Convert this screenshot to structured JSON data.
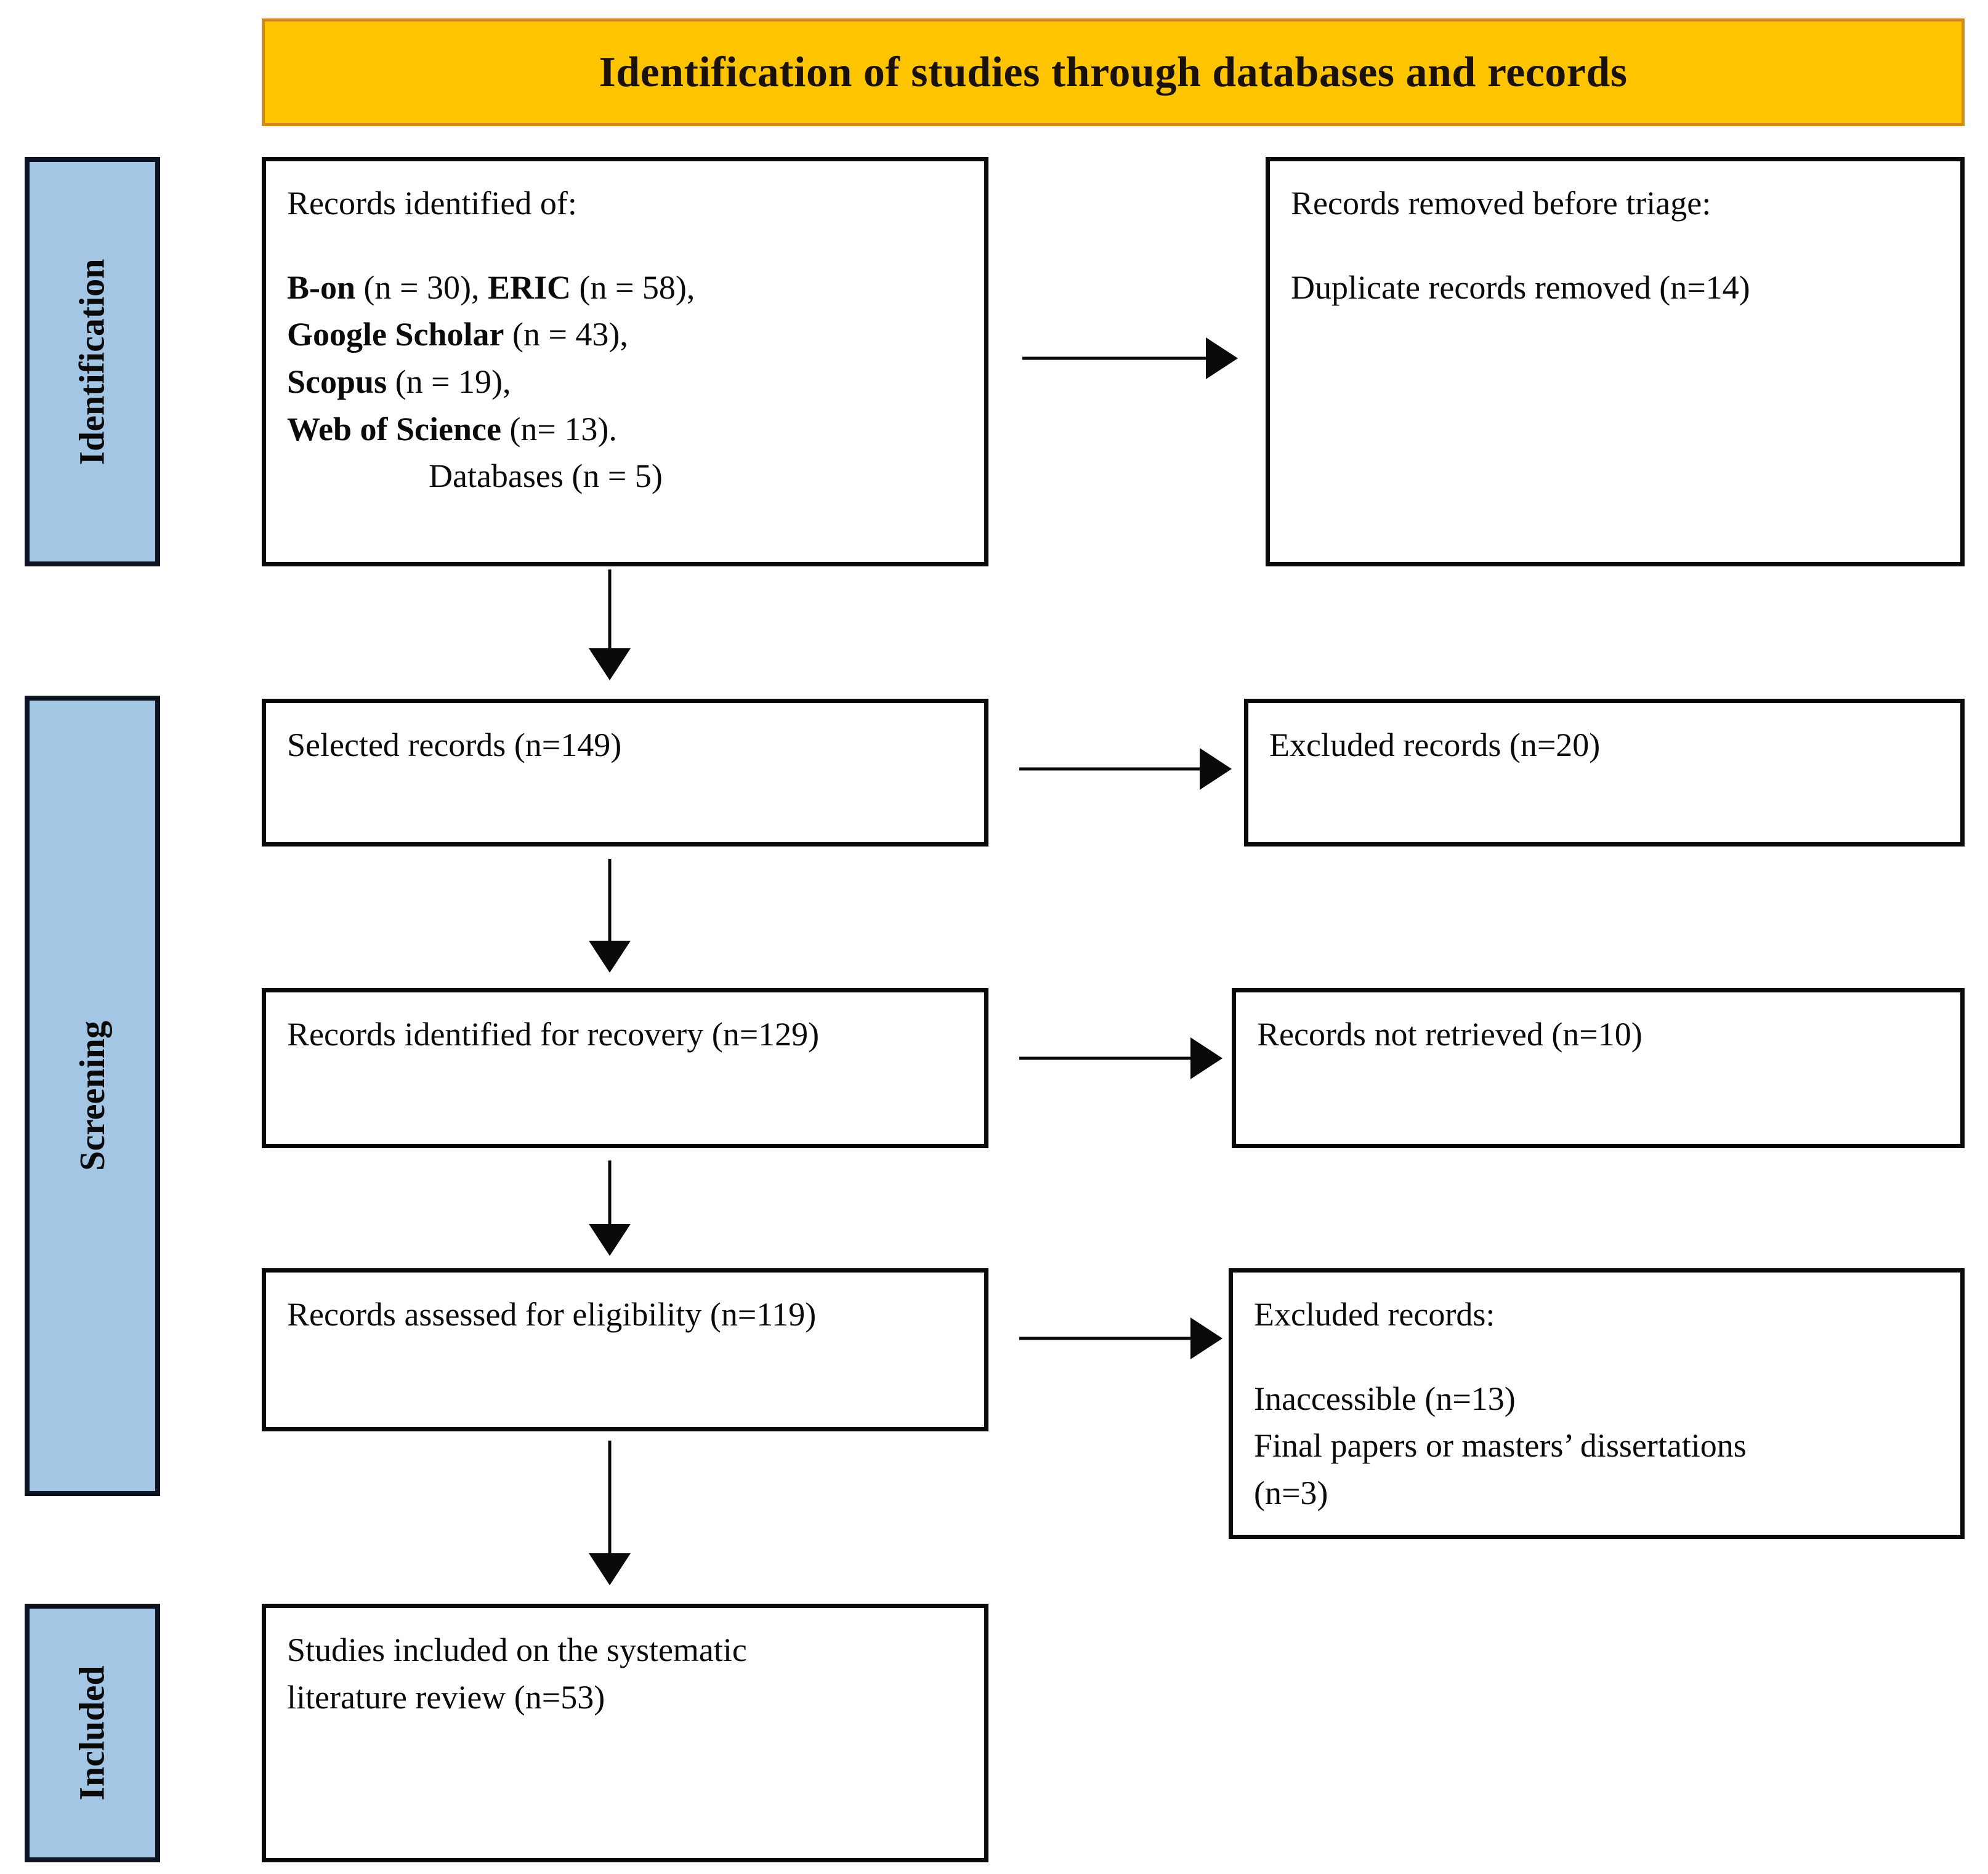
{
  "header": {
    "title": "Identification of studies through databases and records",
    "background_color": "#FFC400",
    "border_color": "#D18B1A"
  },
  "stages": [
    {
      "key": "identification",
      "label": "Identification",
      "color": "#A3C6E5"
    },
    {
      "key": "screening",
      "label": "Screening",
      "color": "#A3C6E5"
    },
    {
      "key": "included",
      "label": "Included",
      "color": "#A3C6E5"
    }
  ],
  "boxes": {
    "identified": {
      "heading": "Records identified of:",
      "sources": [
        {
          "name": "B-on",
          "count_text": " (n = 30), "
        },
        {
          "name": "ERIC",
          "count_text": " (n = 58),"
        },
        {
          "name": "Google Scholar",
          "count_text": " (n = 43),"
        },
        {
          "name": "Scopus",
          "count_text": " (n = 19),"
        },
        {
          "name": "Web of Science",
          "count_text": " (n= 13)."
        }
      ],
      "line_bon_eric": "B-on (n = 30), ERIC (n = 58),",
      "line_scholar": "Google Scholar (n = 43),",
      "line_scopus": "Scopus (n = 19),",
      "line_wos": "Web of Science (n= 13).",
      "databases": "Databases (n = 5)"
    },
    "removed": {
      "heading": "Records removed before triage:",
      "line1": "Duplicate records removed (n=14)"
    },
    "selected": {
      "text": "Selected records (n=149)"
    },
    "excluded_20": {
      "text": "Excluded records (n=20)"
    },
    "recovery": {
      "text": "Records identified for recovery (n=129)"
    },
    "not_retrieved": {
      "text": "Records not retrieved (n=10)"
    },
    "eligibility": {
      "text": "Records assessed for eligibility (n=119)"
    },
    "excluded_list": {
      "heading": "Excluded records:",
      "line1": "Inaccessible (n=13)",
      "line2": "Final papers or masters’ dissertations\n(n=3)"
    },
    "included": {
      "text": "Studies included on the systematic\nliterature review (n=53)"
    }
  },
  "chart_data": {
    "type": "diagram",
    "title": "Identification of studies through databases and records",
    "flow": [
      {
        "stage": "Identification",
        "node": "Records identified of:",
        "n_total_databases": 5,
        "sources": {
          "B-on": 30,
          "ERIC": 58,
          "Google Scholar": 43,
          "Scopus": 19,
          "Web of Science": 13
        }
      },
      {
        "stage": "Identification",
        "node": "Records removed before triage: Duplicate records removed",
        "n": 14
      },
      {
        "stage": "Screening",
        "node": "Selected records",
        "n": 149
      },
      {
        "stage": "Screening",
        "node": "Excluded records",
        "n": 20
      },
      {
        "stage": "Screening",
        "node": "Records identified for recovery",
        "n": 129
      },
      {
        "stage": "Screening",
        "node": "Records not retrieved",
        "n": 10
      },
      {
        "stage": "Screening",
        "node": "Records assessed for eligibility",
        "n": 119
      },
      {
        "stage": "Screening",
        "node": "Excluded records: Inaccessible",
        "n": 13
      },
      {
        "stage": "Screening",
        "node": "Excluded records: Final papers or masters’ dissertations",
        "n": 3
      },
      {
        "stage": "Included",
        "node": "Studies included on the systematic literature review",
        "n": 53
      }
    ]
  }
}
